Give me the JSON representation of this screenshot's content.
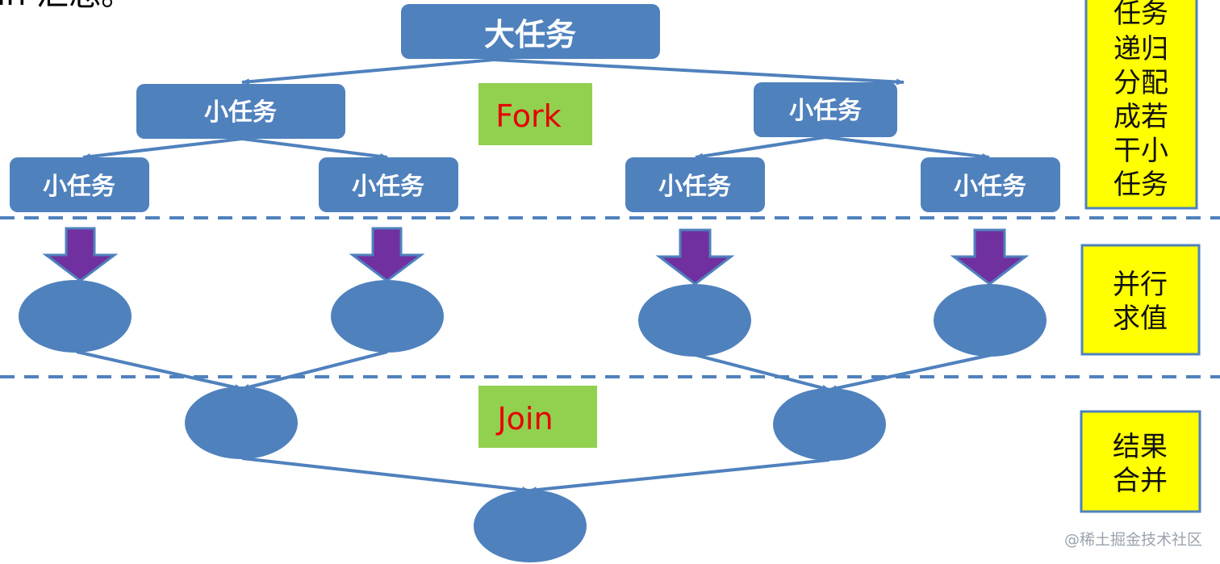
{
  "top_left_text": "in 汇总。",
  "root_task": "大任务",
  "mid_tasks": [
    "小任务",
    "小任务"
  ],
  "leaf_tasks": [
    "小任务",
    "小任务",
    "小任务",
    "小任务"
  ],
  "fork_label": "Fork",
  "join_label": "Join",
  "side_notes": {
    "split": [
      "任务",
      "递归",
      "分配",
      "成若",
      "干小",
      "任务"
    ],
    "compute": [
      "并行",
      "求值"
    ],
    "merge": [
      "结果",
      "合并"
    ]
  },
  "watermark": "@稀土掘金技术社区",
  "colors": {
    "task_fill": "#4f81bd",
    "arrow_fill": "#7030a0",
    "note_fill": "#ffff00",
    "phase_fill": "#92d050",
    "phase_text": "#e60000",
    "divider": "#4f81bd"
  }
}
